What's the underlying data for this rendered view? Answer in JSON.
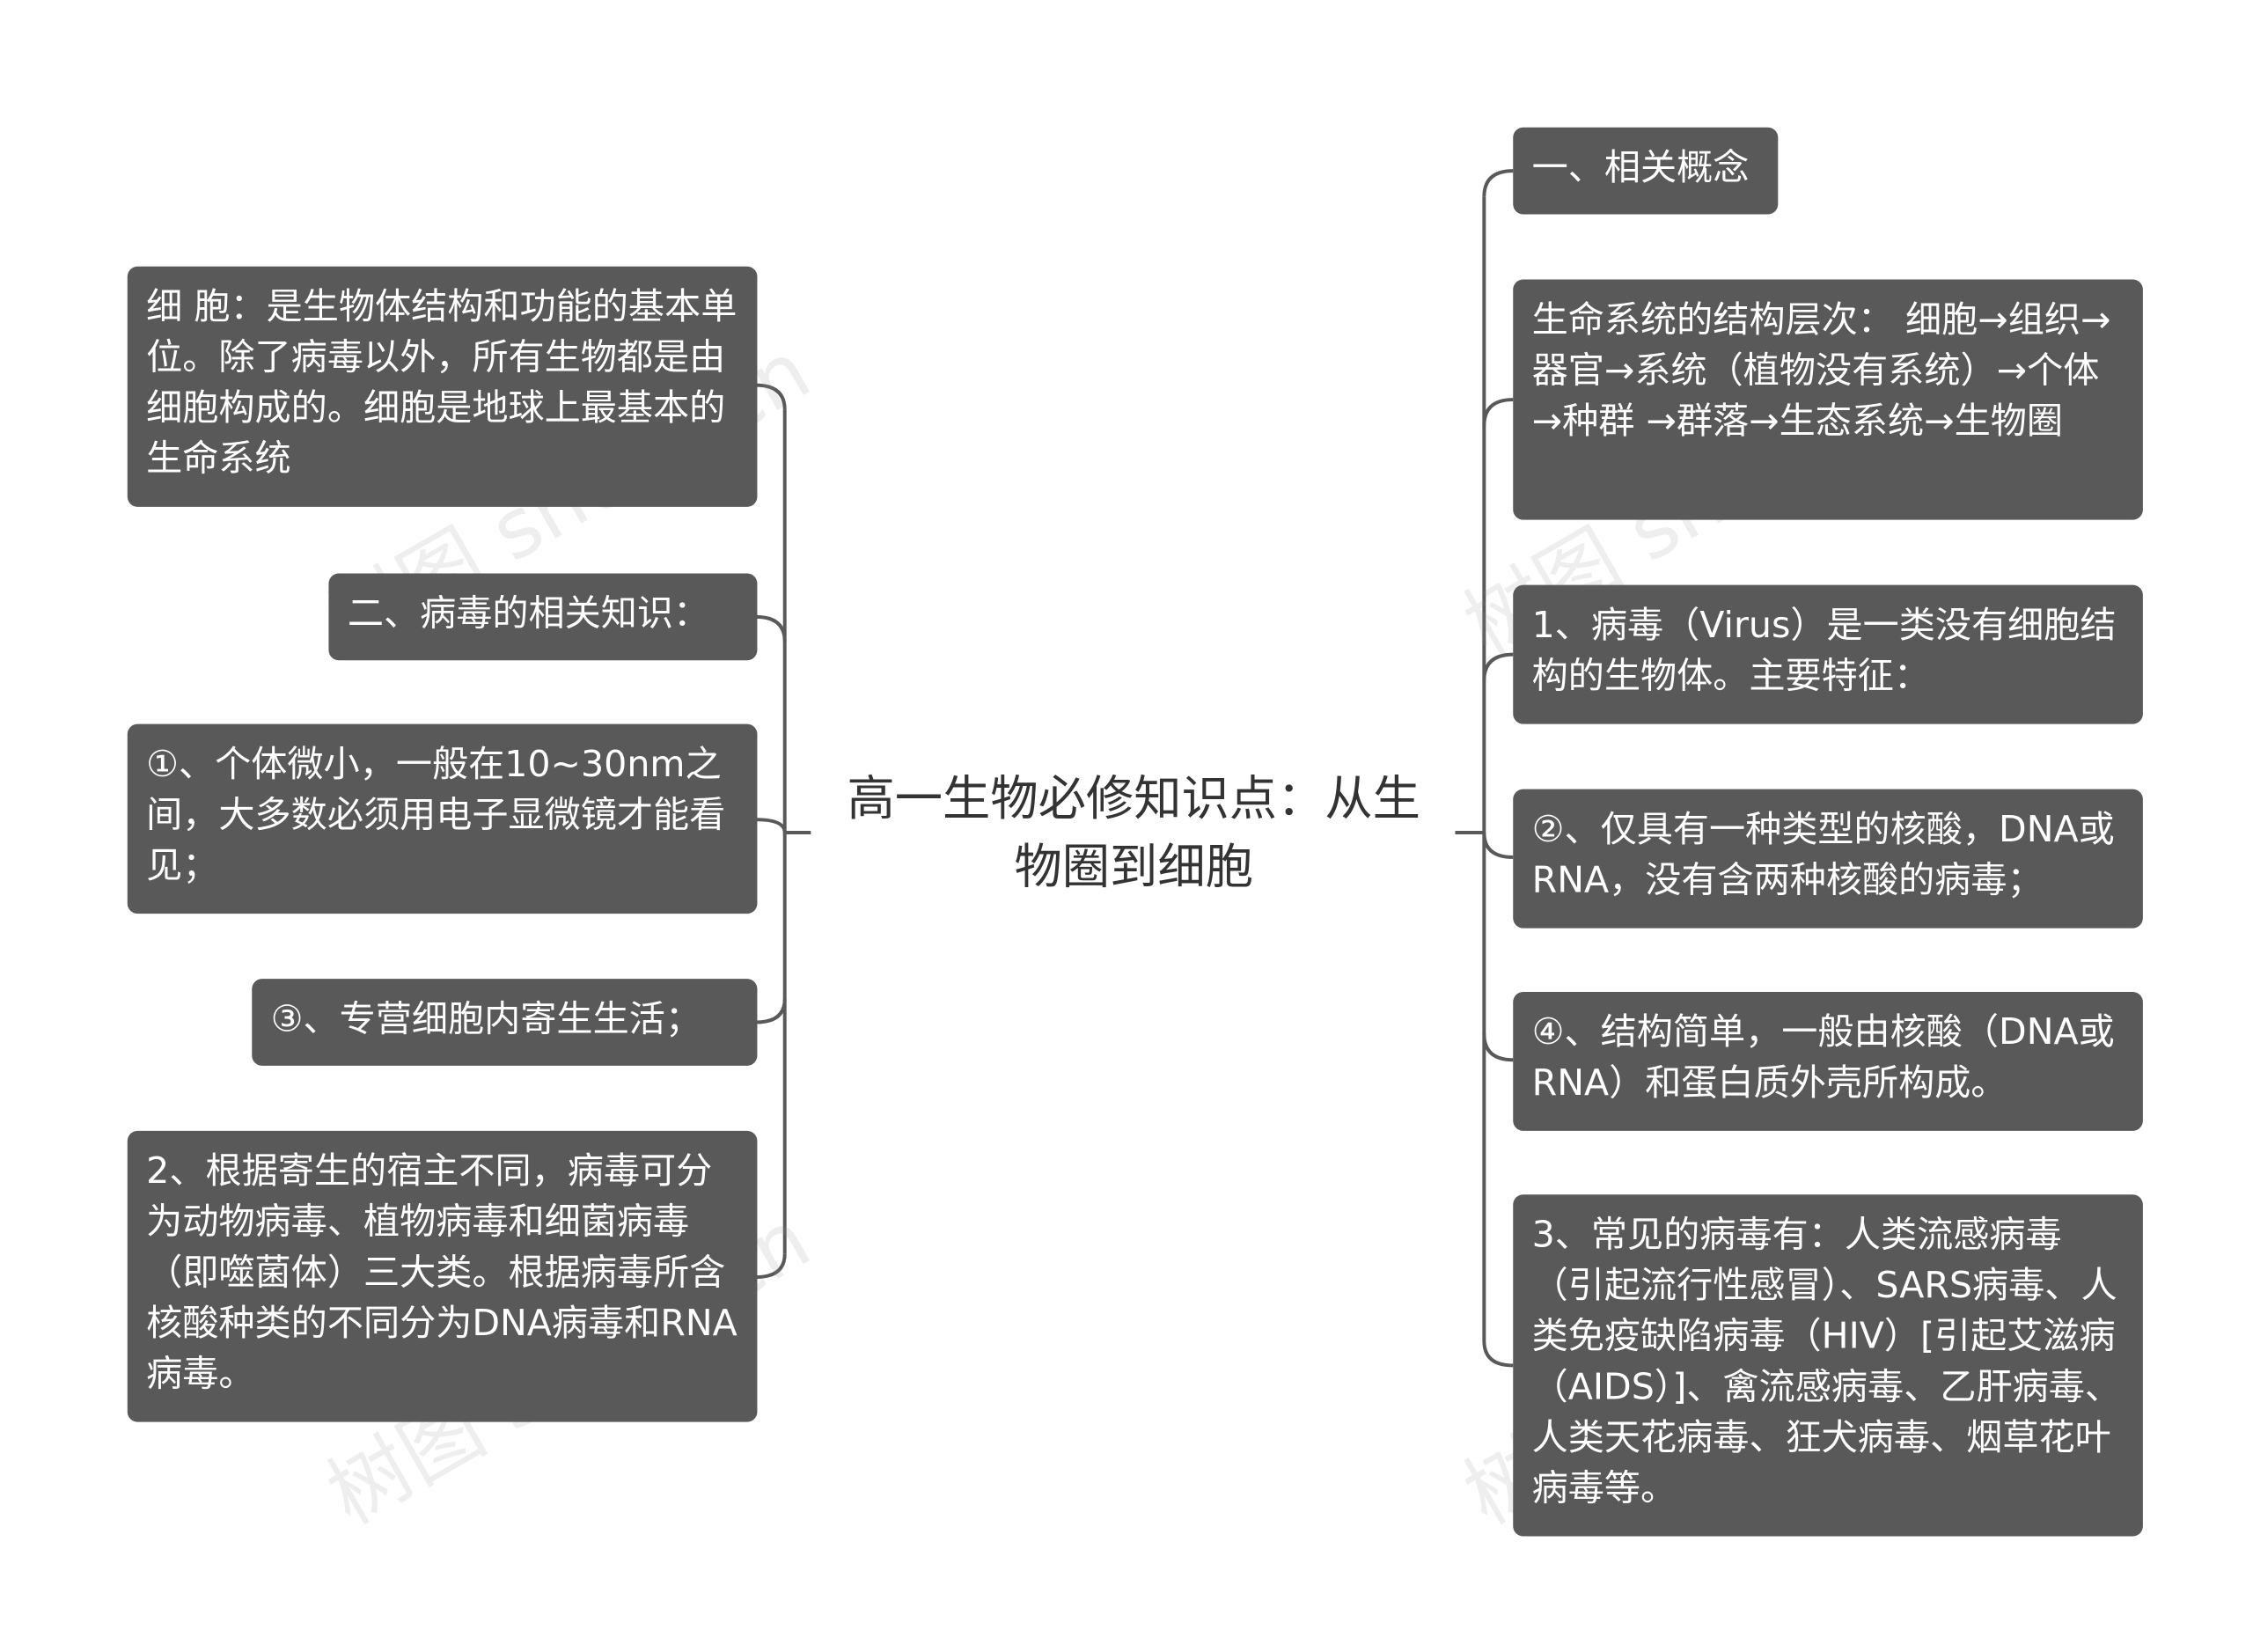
{
  "root": {
    "title": "高一生物必修知识点：从生物圈到细胞"
  },
  "left_nodes": [
    {
      "text": "细 胞：是生物体结构和功能的基本单位。除了病毒以外，所有生物都是由细胞构成的。细胞是地球上最基本的生命系统"
    },
    {
      "text": "二、病毒的相关知识："
    },
    {
      "text": "①、个体微小，一般在10~30nm之间，大多数必须用电子显微镜才能看见；"
    },
    {
      "text": "③、专营细胞内寄生生活；"
    },
    {
      "text": "2、根据寄生的宿主不同，病毒可分为动物病毒、植物病毒和细菌病毒（即噬菌体）三大类。根据病毒所含核酸种类的不同分为DNA病毒和RNA病毒。"
    }
  ],
  "right_nodes": [
    {
      "text": "一、相关概念"
    },
    {
      "text": "生命系统的结构层次： 细胞→组织→器官→系统（植物没有系统）→个体→种群 →群落→生态系统→生物圈"
    },
    {
      "text": "1、病毒（Virus）是一类没有细胞结构的生物体。主要特征："
    },
    {
      "text": "②、仅具有一种类型的核酸，DNA或RNA，没有含两种核酸的病毒；"
    },
    {
      "text": "④、结构简单，一般由核酸（DNA或RNA）和蛋白质外壳所构成。"
    },
    {
      "text": "3、常见的病毒有：人类流感病毒（引起流行性感冒）、SARS病毒、人类免疫缺陷病毒（HIV）[引起艾滋病（AIDS）]、禽流感病毒、乙肝病毒、人类天花病毒、狂犬病毒、烟草花叶病毒等。"
    }
  ],
  "watermark": {
    "text": "树图 shutu.cn"
  },
  "colors": {
    "node_bg": "#595959",
    "node_text": "#ffffff",
    "line": "#595959",
    "root_text": "#333333"
  }
}
